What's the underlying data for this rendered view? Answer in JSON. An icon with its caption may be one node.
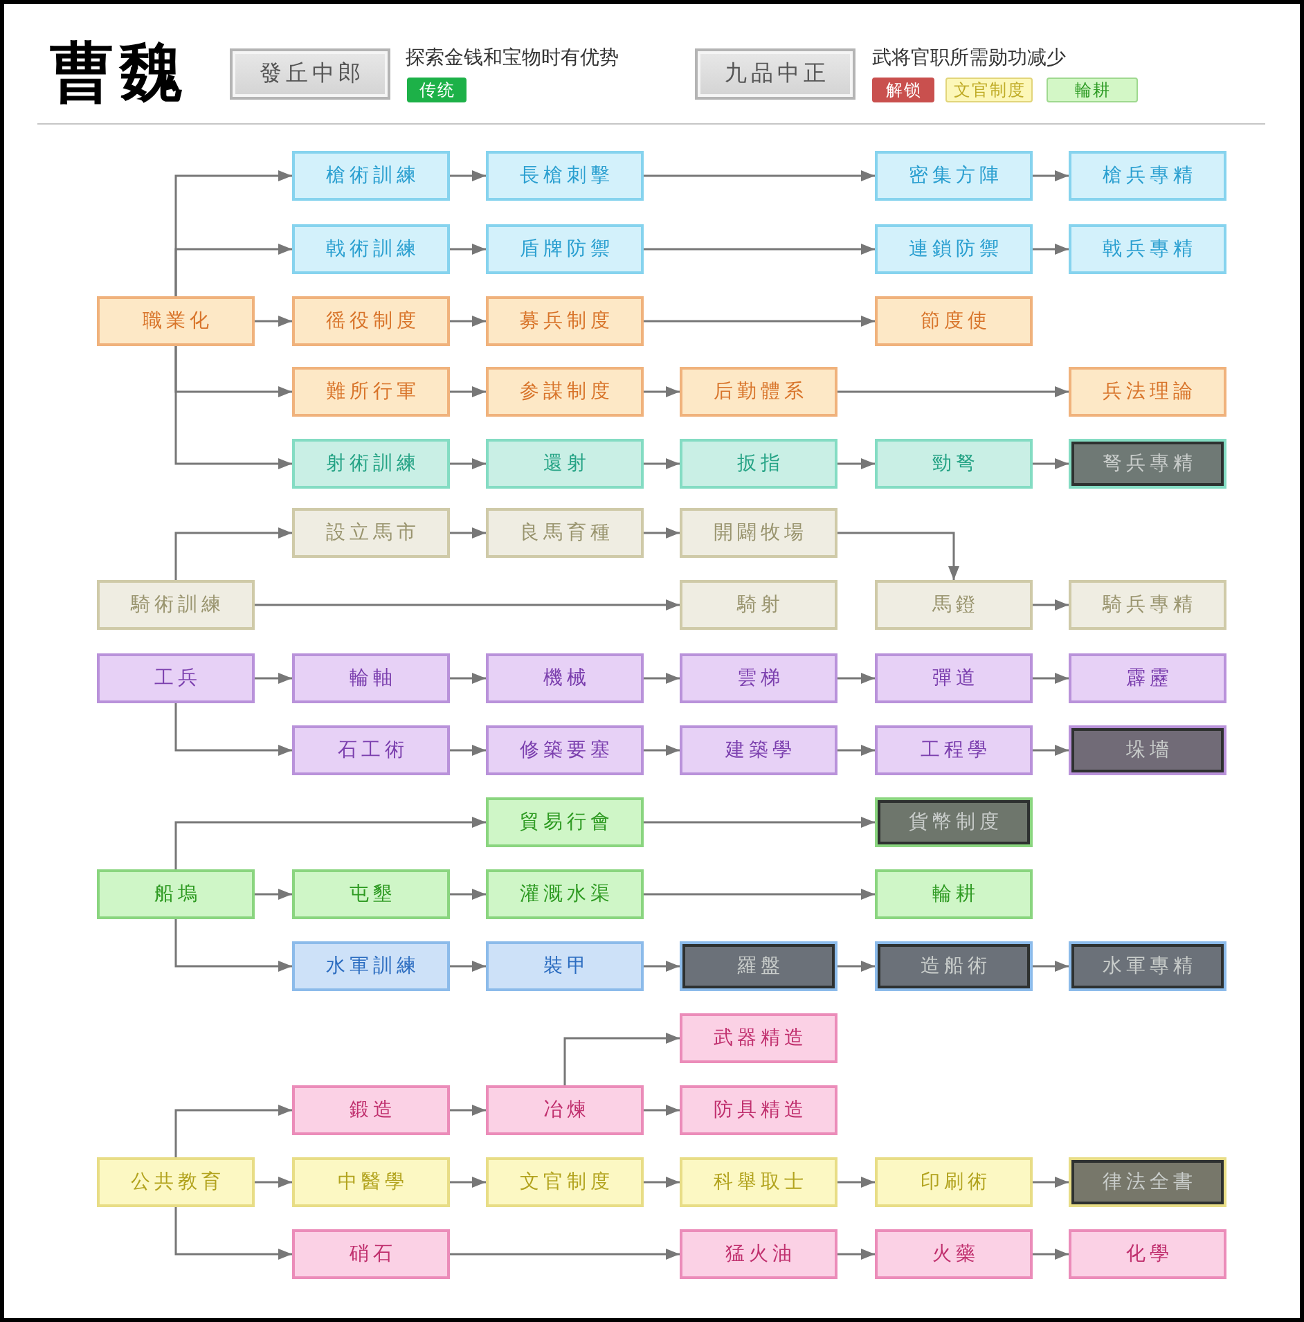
{
  "diagram": {
    "title": "曹魏",
    "nodes": [
      {
        "text": [
          "發丘中郎"
        ],
        "beside": [
          "探索金钱和宝物时有优势"
        ]
      },
      {
        "text": [
          "传统"
        ]
      },
      {
        "text": [
          "九品中正"
        ],
        "beside": [
          "武将官职所需勋功减少"
        ]
      },
      {
        "text": [
          "解锁"
        ]
      },
      {
        "text": [
          "文官制度"
        ]
      },
      {
        "text": [
          "輪耕"
        ]
      },
      {
        "text": [
          "槍術訓練"
        ]
      },
      {
        "text": [
          "長槍刺擊"
        ]
      },
      {
        "text": [
          "密集方陣"
        ]
      },
      {
        "text": [
          "槍兵專精"
        ]
      },
      {
        "text": [
          "戟術訓練"
        ]
      },
      {
        "text": [
          "盾牌防禦"
        ]
      },
      {
        "text": [
          "連鎖防禦"
        ]
      },
      {
        "text": [
          "戟兵專精"
        ]
      },
      {
        "text": [
          "職業化"
        ]
      },
      {
        "text": [
          "徭役制度"
        ]
      },
      {
        "text": [
          "募兵制度"
        ]
      },
      {
        "text": [
          "節度使"
        ]
      },
      {
        "text": [
          "難所行軍"
        ]
      },
      {
        "text": [
          "参謀制度"
        ]
      },
      {
        "text": [
          "后勤體系"
        ]
      },
      {
        "text": [
          "兵法理論"
        ]
      },
      {
        "text": [
          "射術訓練"
        ]
      },
      {
        "text": [
          "還射"
        ]
      },
      {
        "text": [
          "扳指"
        ]
      },
      {
        "text": [
          "勁弩"
        ]
      },
      {
        "text": [
          "弩兵專精"
        ]
      },
      {
        "text": [
          "設立馬市"
        ]
      },
      {
        "text": [
          "良馬育種"
        ]
      },
      {
        "text": [
          "開闢牧場"
        ]
      },
      {
        "text": [
          "騎術訓練"
        ]
      },
      {
        "text": [
          "騎射"
        ]
      },
      {
        "text": [
          "馬鐙"
        ]
      },
      {
        "text": [
          "騎兵專精"
        ]
      },
      {
        "text": [
          "工兵"
        ]
      },
      {
        "text": [
          "輪軸"
        ]
      },
      {
        "text": [
          "機械"
        ]
      },
      {
        "text": [
          "雲梯"
        ]
      },
      {
        "text": [
          "彈道"
        ]
      },
      {
        "text": [
          "霹靂"
        ]
      },
      {
        "text": [
          "石工術"
        ]
      },
      {
        "text": [
          "修築要塞"
        ]
      },
      {
        "text": [
          "建築學"
        ]
      },
      {
        "text": [
          "工程學"
        ]
      },
      {
        "text": [
          "垛墻"
        ]
      },
      {
        "text": [
          "貿易行會"
        ]
      },
      {
        "text": [
          "貨幣制度"
        ]
      },
      {
        "text": [
          "船塢"
        ]
      },
      {
        "text": [
          "屯墾"
        ]
      },
      {
        "text": [
          "灌溉水渠"
        ]
      },
      {
        "text": [
          "輪耕"
        ]
      },
      {
        "text": [
          "水軍訓練"
        ]
      },
      {
        "text": [
          "裝甲"
        ]
      },
      {
        "text": [
          "羅盤"
        ]
      },
      {
        "text": [
          "造船術"
        ]
      },
      {
        "text": [
          "水軍專精"
        ]
      },
      {
        "text": [
          "武器精造"
        ]
      },
      {
        "text": [
          "鍛造"
        ]
      },
      {
        "text": [
          "冶煉"
        ]
      },
      {
        "text": [
          "防具精造"
        ]
      },
      {
        "text": [
          "公共教育"
        ]
      },
      {
        "text": [
          "中醫學"
        ]
      },
      {
        "text": [
          "文官制度"
        ]
      },
      {
        "text": [
          "科舉取士"
        ]
      },
      {
        "text": [
          "印刷術"
        ]
      },
      {
        "text": [
          "律法全書"
        ]
      },
      {
        "text": [
          "硝石"
        ]
      },
      {
        "text": [
          "猛火油"
        ]
      },
      {
        "text": [
          "火藥"
        ]
      },
      {
        "text": [
          "化學"
        ]
      }
    ],
    "edges": [
      {
        "from": 14,
        "to": 6,
        "arrow": "to"
      },
      {
        "from": 14,
        "to": 10,
        "arrow": "to"
      },
      {
        "from": 14,
        "to": 15,
        "arrow": "to"
      },
      {
        "from": 14,
        "to": 18,
        "arrow": "to"
      },
      {
        "from": 14,
        "to": 22,
        "arrow": "to"
      },
      {
        "from": 6,
        "to": 7,
        "arrow": "to"
      },
      {
        "from": 7,
        "to": 8,
        "arrow": "to"
      },
      {
        "from": 8,
        "to": 9,
        "arrow": "to"
      },
      {
        "from": 10,
        "to": 11,
        "arrow": "to"
      },
      {
        "from": 11,
        "to": 12,
        "arrow": "to"
      },
      {
        "from": 12,
        "to": 13,
        "arrow": "to"
      },
      {
        "from": 15,
        "to": 16,
        "arrow": "to"
      },
      {
        "from": 16,
        "to": 17,
        "arrow": "to"
      },
      {
        "from": 18,
        "to": 19,
        "arrow": "to"
      },
      {
        "from": 19,
        "to": 20,
        "arrow": "to"
      },
      {
        "from": 20,
        "to": 21,
        "arrow": "to"
      },
      {
        "from": 22,
        "to": 23,
        "arrow": "to"
      },
      {
        "from": 23,
        "to": 24,
        "arrow": "to"
      },
      {
        "from": 24,
        "to": 25,
        "arrow": "to"
      },
      {
        "from": 25,
        "to": 26,
        "arrow": "to"
      },
      {
        "from": 30,
        "to": 27,
        "arrow": "to"
      },
      {
        "from": 30,
        "to": 31,
        "arrow": "to"
      },
      {
        "from": 27,
        "to": 28,
        "arrow": "to"
      },
      {
        "from": 28,
        "to": 29,
        "arrow": "to"
      },
      {
        "from": 29,
        "to": 32,
        "arrow": "to"
      },
      {
        "from": 32,
        "to": 33,
        "arrow": "to"
      },
      {
        "from": 34,
        "to": 35,
        "arrow": "to"
      },
      {
        "from": 34,
        "to": 40,
        "arrow": "to"
      },
      {
        "from": 35,
        "to": 36,
        "arrow": "to"
      },
      {
        "from": 36,
        "to": 37,
        "arrow": "to"
      },
      {
        "from": 37,
        "to": 38,
        "arrow": "to"
      },
      {
        "from": 38,
        "to": 39,
        "arrow": "to"
      },
      {
        "from": 40,
        "to": 41,
        "arrow": "to"
      },
      {
        "from": 41,
        "to": 42,
        "arrow": "to"
      },
      {
        "from": 42,
        "to": 43,
        "arrow": "to"
      },
      {
        "from": 43,
        "to": 44,
        "arrow": "to"
      },
      {
        "from": 47,
        "to": 45,
        "arrow": "to"
      },
      {
        "from": 47,
        "to": 48,
        "arrow": "to"
      },
      {
        "from": 47,
        "to": 51,
        "arrow": "to"
      },
      {
        "from": 45,
        "to": 46,
        "arrow": "to"
      },
      {
        "from": 48,
        "to": 49,
        "arrow": "to"
      },
      {
        "from": 49,
        "to": 50,
        "arrow": "to"
      },
      {
        "from": 51,
        "to": 52,
        "arrow": "to"
      },
      {
        "from": 52,
        "to": 53,
        "arrow": "to"
      },
      {
        "from": 53,
        "to": 54,
        "arrow": "to"
      },
      {
        "from": 54,
        "to": 55,
        "arrow": "to"
      },
      {
        "from": 60,
        "to": 57,
        "arrow": "to"
      },
      {
        "from": 60,
        "to": 61,
        "arrow": "to"
      },
      {
        "from": 60,
        "to": 66,
        "arrow": "to"
      },
      {
        "from": 57,
        "to": 58,
        "arrow": "to"
      },
      {
        "from": 58,
        "to": 56,
        "arrow": "to"
      },
      {
        "from": 58,
        "to": 59,
        "arrow": "to"
      },
      {
        "from": 61,
        "to": 62,
        "arrow": "to"
      },
      {
        "from": 62,
        "to": 63,
        "arrow": "to"
      },
      {
        "from": 63,
        "to": 64,
        "arrow": "to"
      },
      {
        "from": 64,
        "to": 65,
        "arrow": "to"
      },
      {
        "from": 66,
        "to": 67,
        "arrow": "to"
      },
      {
        "from": 67,
        "to": 68,
        "arrow": "to"
      },
      {
        "from": 68,
        "to": 69,
        "arrow": "to"
      }
    ]
  }
}
